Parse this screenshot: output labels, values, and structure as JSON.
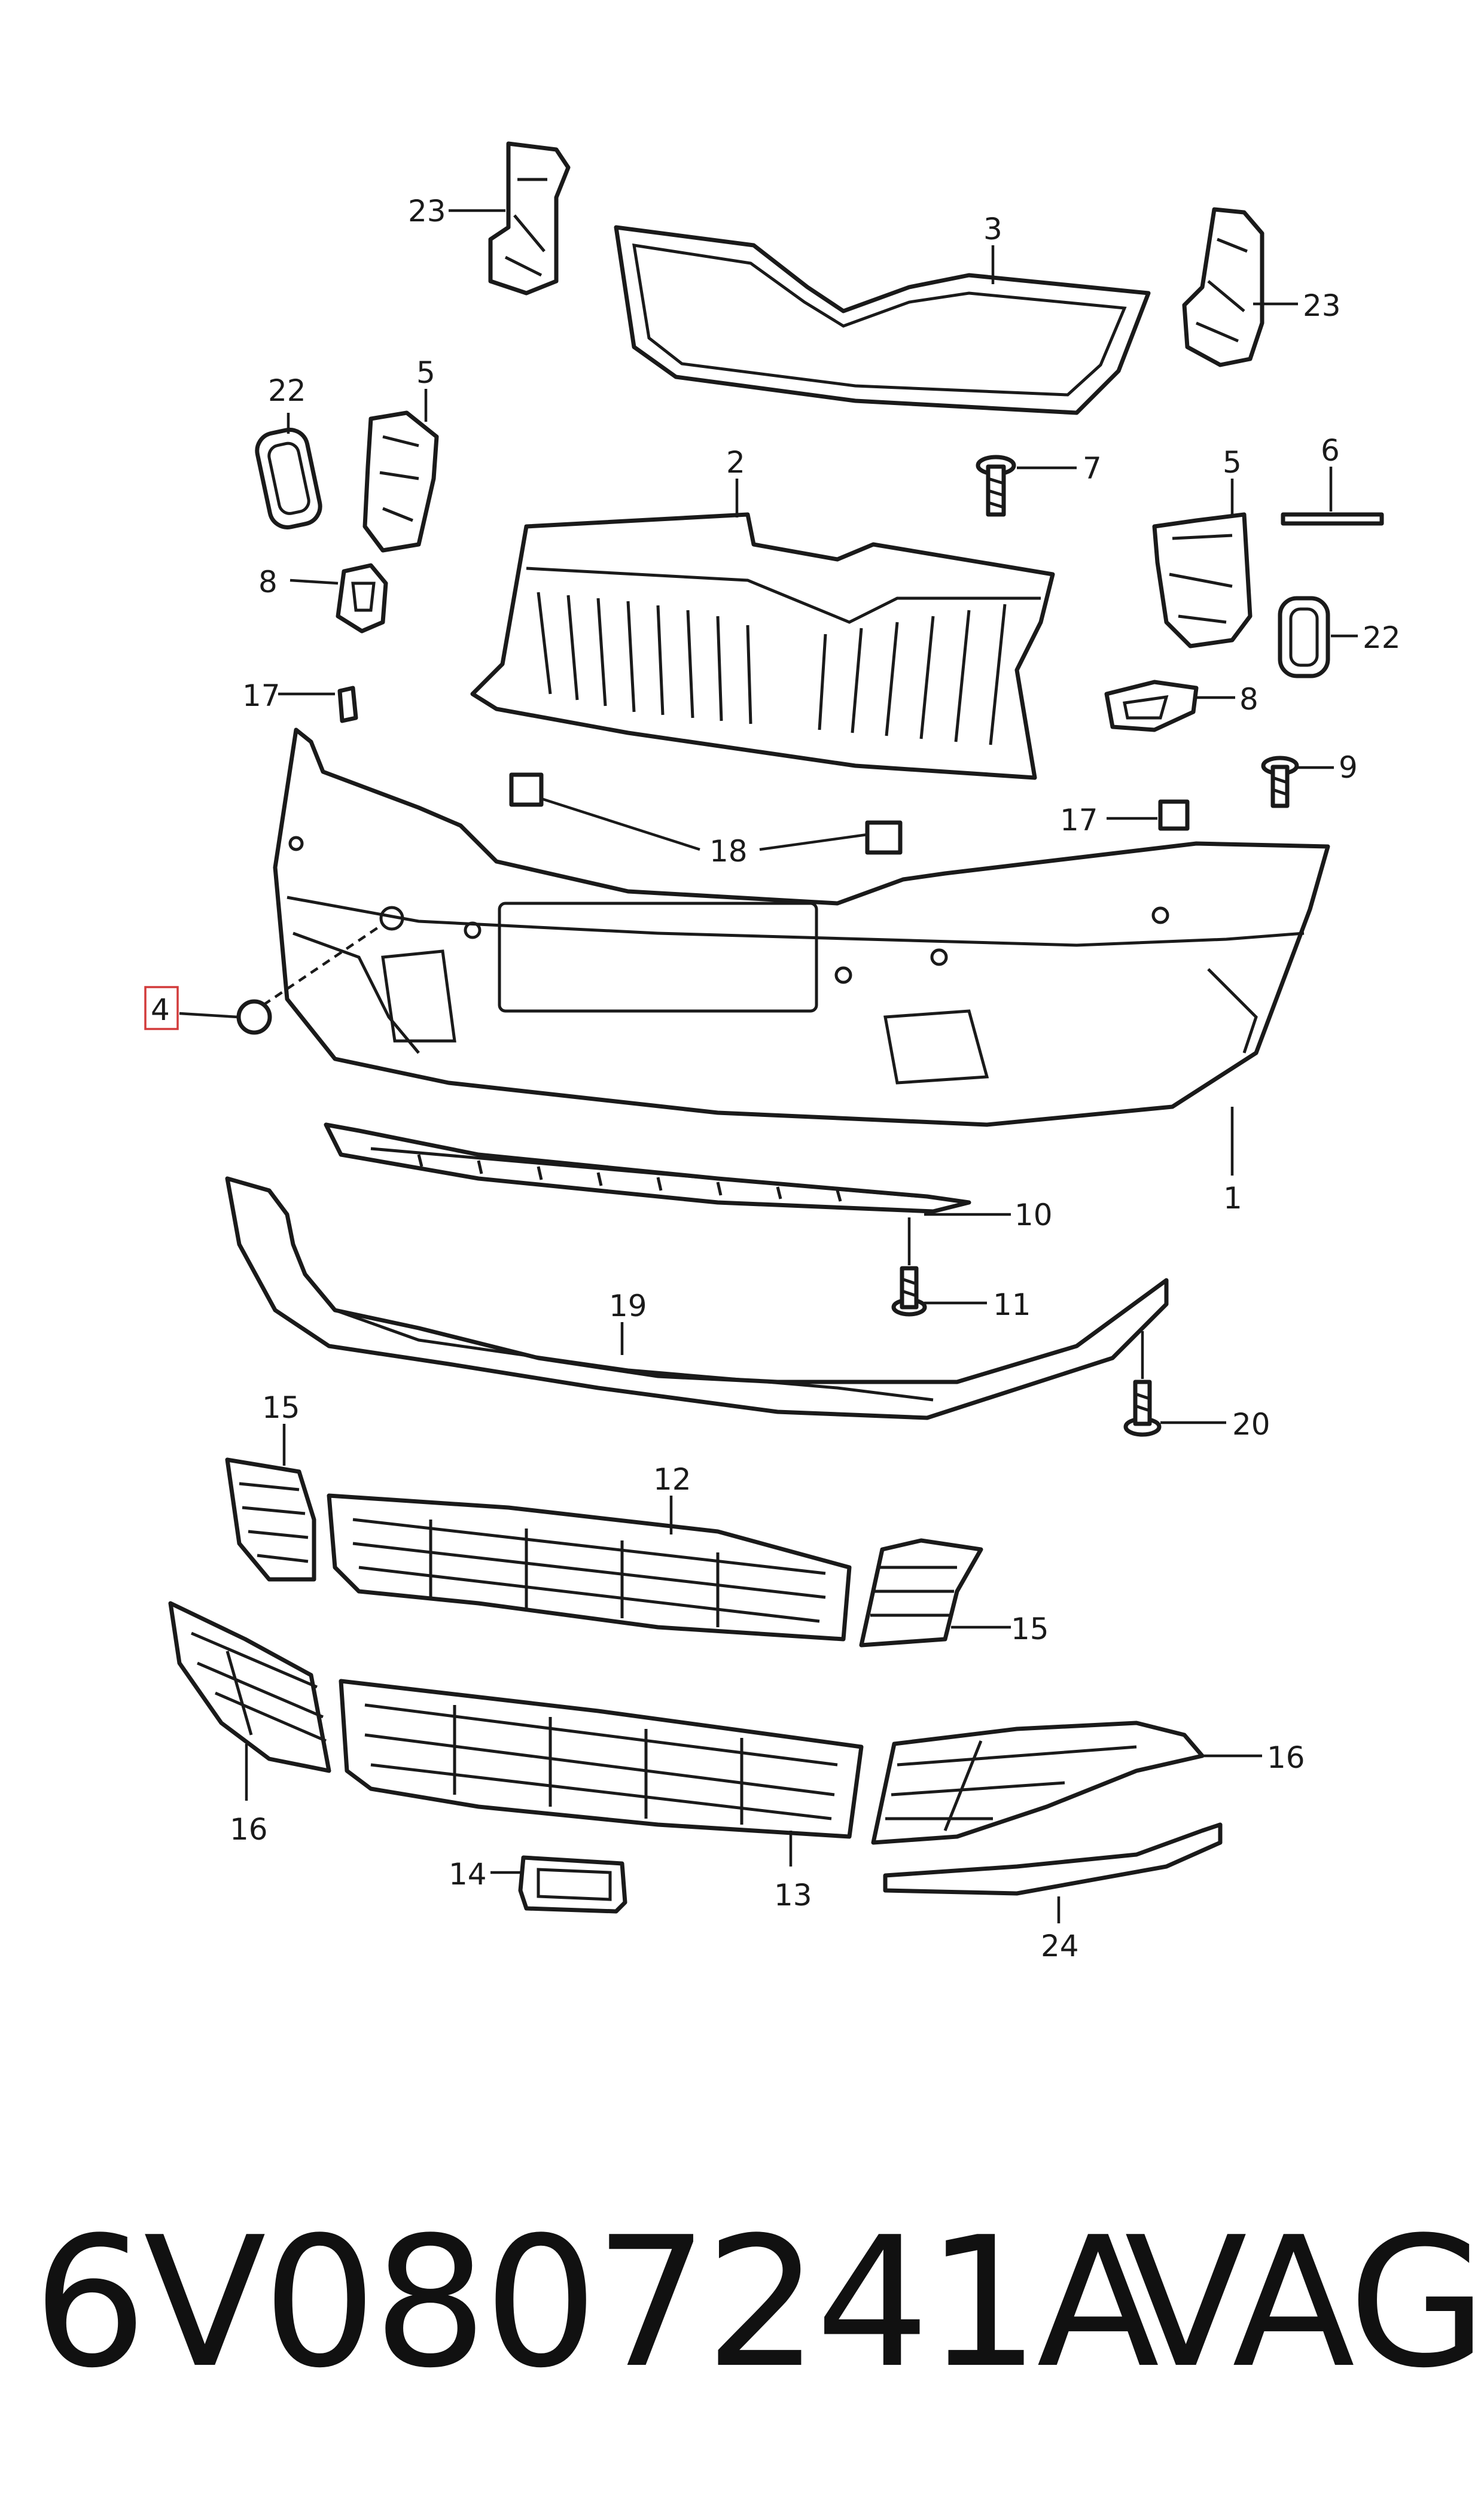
{
  "parts": {
    "p1": "1",
    "p2": "2",
    "p3": "3",
    "p4": "4",
    "p5": "5",
    "p6": "6",
    "p7": "7",
    "p8": "8",
    "p9": "9",
    "p10": "10",
    "p11": "11",
    "p12": "12",
    "p13": "13",
    "p14": "14",
    "p15": "15",
    "p16": "16",
    "p17": "17",
    "p18": "18",
    "p19": "19",
    "p20": "20",
    "p22": "22",
    "p23": "23",
    "p24": "24"
  },
  "highlight_color": "#d23a3a",
  "footer": {
    "part_number": "6V0807241A",
    "brand": "VAG"
  }
}
